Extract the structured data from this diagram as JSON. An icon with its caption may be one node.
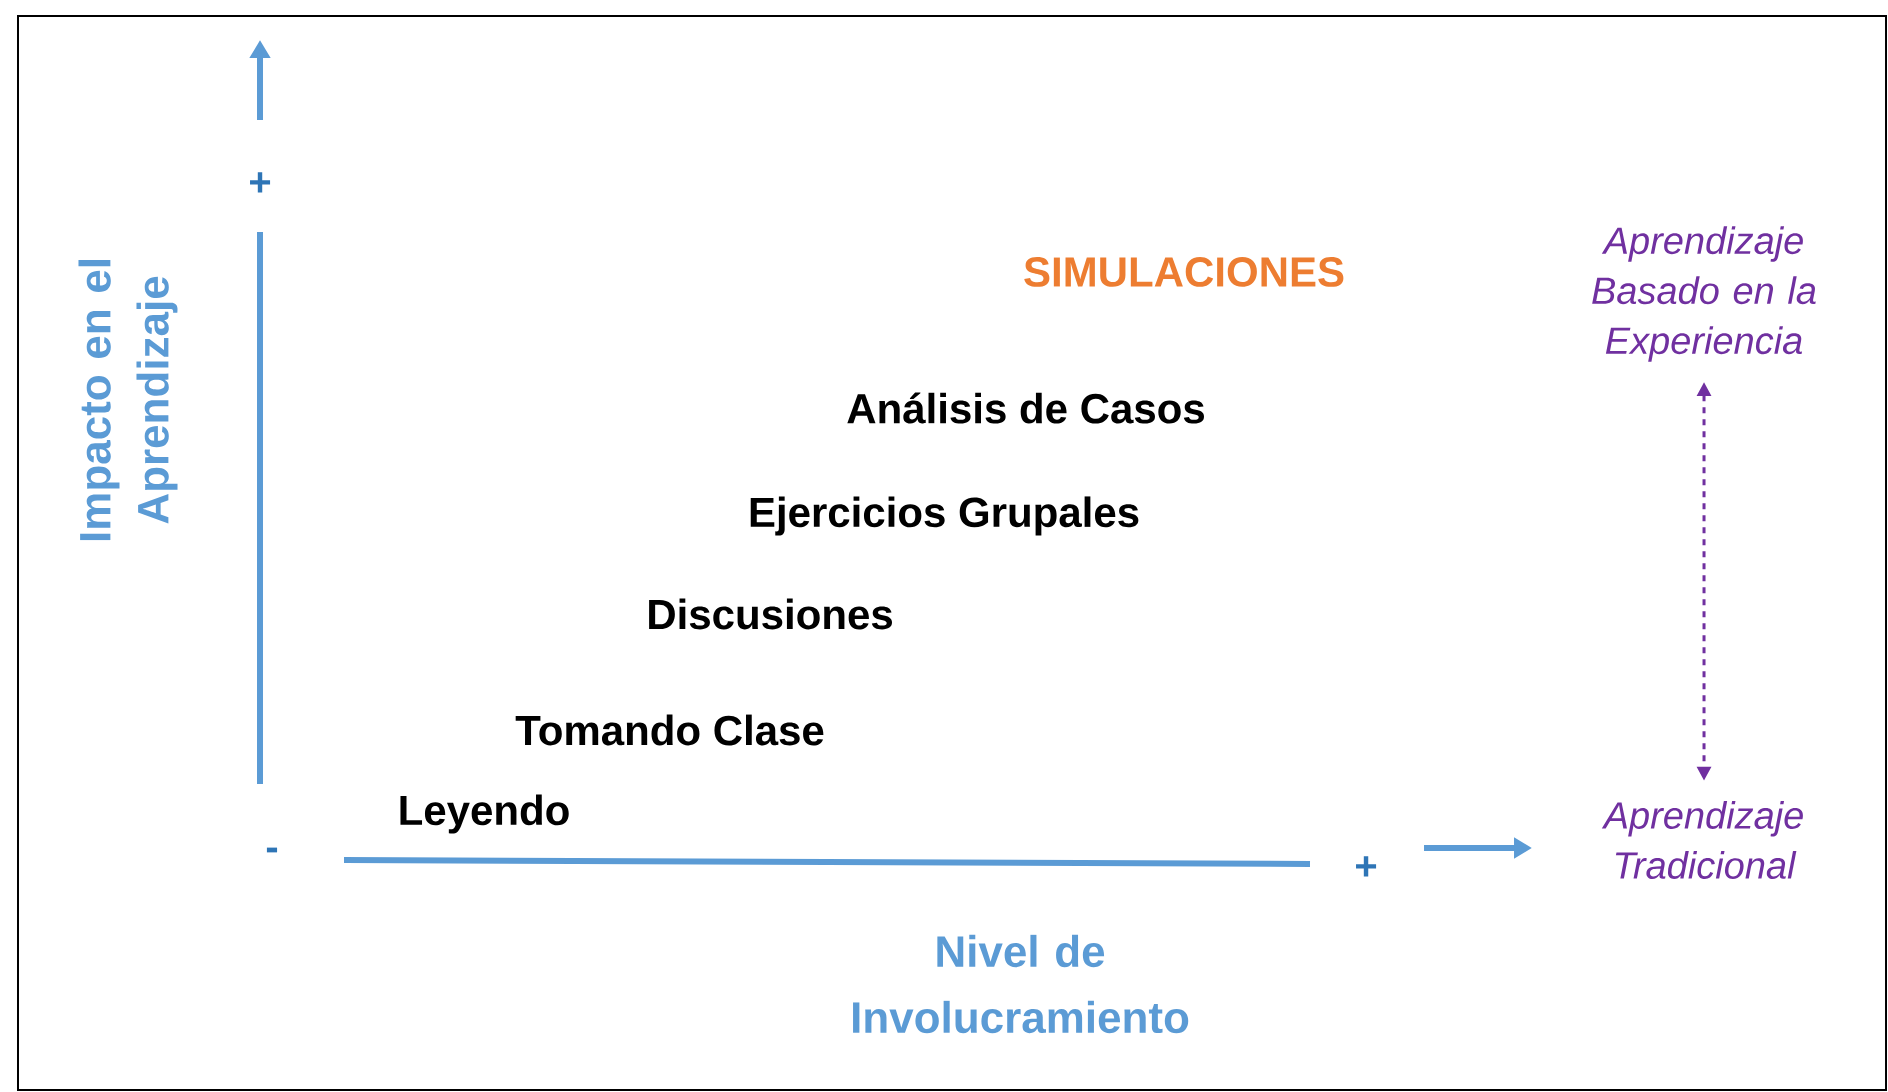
{
  "diagram": {
    "nodes": [
      {
        "text": [
          "Aprendizaje Basado en la Experiencia"
        ]
      },
      {
        "text": [
          "Aprendizaje Tradicional"
        ]
      }
    ],
    "edges": [
      {
        "from": 0,
        "to": 1,
        "arrow": "both",
        "style": "dashed"
      }
    ],
    "labels": [
      "+",
      "Impacto en el Aprendizaje",
      "SIMULACIONES",
      "Análisis de Casos",
      "Ejercicios Grupales",
      "Discusiones",
      "Tomando Clase",
      "Leyendo",
      "-",
      "+",
      "Nivel de Involucramiento"
    ]
  }
}
